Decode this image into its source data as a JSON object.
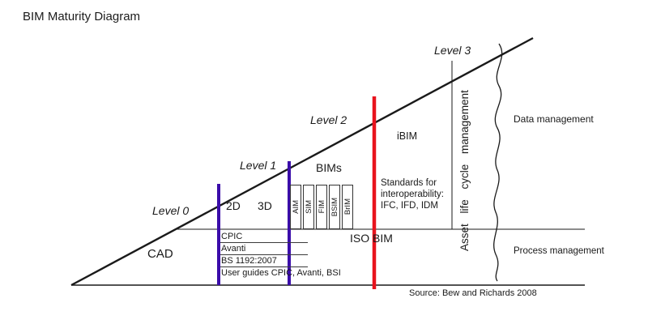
{
  "title": "BIM Maturity Diagram",
  "levels": {
    "l0": "Level 0",
    "l1": "Level 1",
    "l2": "Level 2",
    "l3": "Level 3"
  },
  "stages": {
    "cad": "CAD",
    "two_d": "2D",
    "three_d": "3D",
    "bims": "BIMs",
    "ibim": "iBIM",
    "iso_bim": "ISO BIM"
  },
  "model_boxes": [
    "AIM",
    "SIM",
    "FIM",
    "BSIM",
    "BrIM"
  ],
  "standards": {
    "lines": [
      "Standards for",
      "interoperability:",
      "IFC, IFD, IDM"
    ]
  },
  "guides": [
    "CPIC",
    "Avanti",
    "BS 1192:2007",
    "User guides CPIC, Avanti, BSI"
  ],
  "axis": {
    "vertical_label": "Asset life cycle management"
  },
  "right": {
    "top_label": "Data management",
    "bottom_label": "Process management"
  },
  "source": "Source: Bew and Richards 2008",
  "colors": {
    "line": "#1a1a1a",
    "maturity_divider": "#3b0daa",
    "iso_divider": "#e8131d"
  }
}
